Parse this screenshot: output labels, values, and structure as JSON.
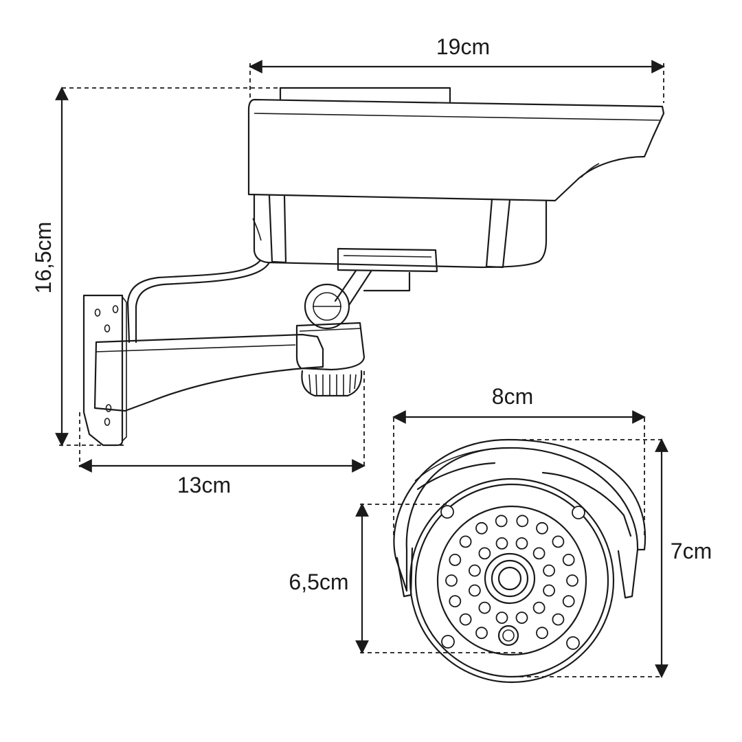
{
  "dimensions": {
    "width_side": "19cm",
    "height_side": "16,5cm",
    "depth_bracket": "13cm",
    "front_width": "8cm",
    "front_height": "7cm",
    "lens_height": "6,5cm"
  },
  "colors": {
    "stroke": "#1a1a1a",
    "background": "#ffffff"
  },
  "front_view": {
    "led_outer_ring_count": 18,
    "led_inner_ring_count": 12
  }
}
